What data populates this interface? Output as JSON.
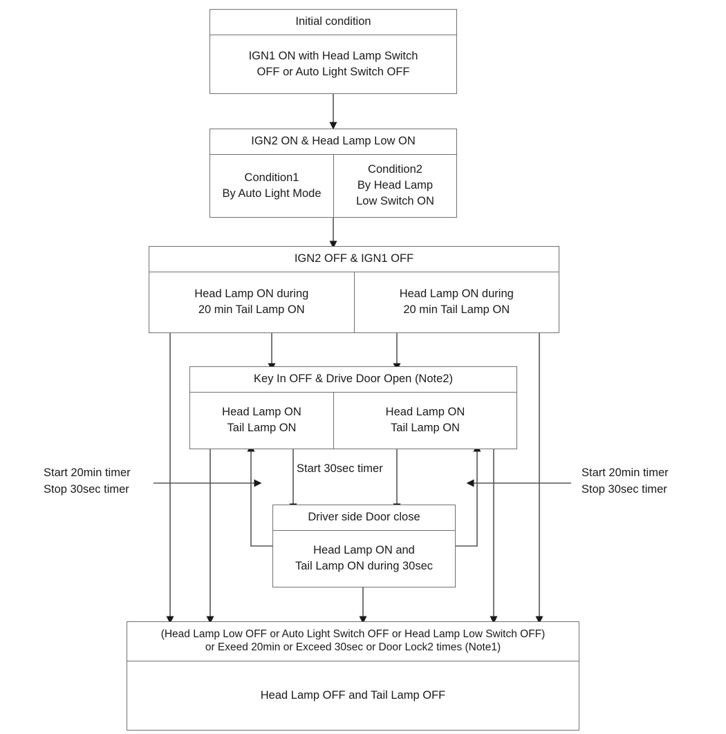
{
  "diagram": {
    "title": "Head Lamp and Tail Lamp control state flow",
    "line_color": "#555555",
    "box_border_color": "#707070",
    "background": "#ffffff"
  },
  "nodes": {
    "initial_condition": {
      "header": "Initial condition",
      "cells": [
        "IGN1 ON with Head Lamp Switch\nOFF or Auto Light Switch OFF"
      ]
    },
    "ign2_on": {
      "header": "IGN2 ON & Head Lamp Low ON",
      "cells": [
        "Condition1\nBy Auto Light Mode",
        "Condition2\nBy Head Lamp\nLow Switch ON"
      ]
    },
    "ign2_off": {
      "header": "IGN2 OFF & IGN1 OFF",
      "cells": [
        "Head Lamp ON during\n20 min Tail Lamp ON",
        "Head Lamp ON during\n20 min Tail Lamp ON"
      ]
    },
    "key_in_off": {
      "header": "Key In OFF & Drive Door Open (Note2)",
      "cells": [
        "Head Lamp ON\nTail Lamp ON",
        "Head Lamp ON\nTail Lamp ON"
      ]
    },
    "door_close": {
      "header": "Driver side Door close",
      "cells": [
        "Head Lamp ON and\nTail Lamp ON during 30sec"
      ]
    },
    "lamps_off": {
      "header": "(Head Lamp Low OFF or Auto Light Switch OFF or Head Lamp Low Switch OFF)\nor Exeed  20min or Exceed 30sec or Door Lock2 times (Note1)",
      "cells": [
        "Head Lamp OFF and Tail Lamp OFF"
      ]
    }
  },
  "labels": {
    "left_timer": "Start 20min timer\nStop 30sec timer",
    "right_timer": "Start 20min timer\nStop 30sec timer",
    "start_30sec": "Start 30sec timer"
  }
}
